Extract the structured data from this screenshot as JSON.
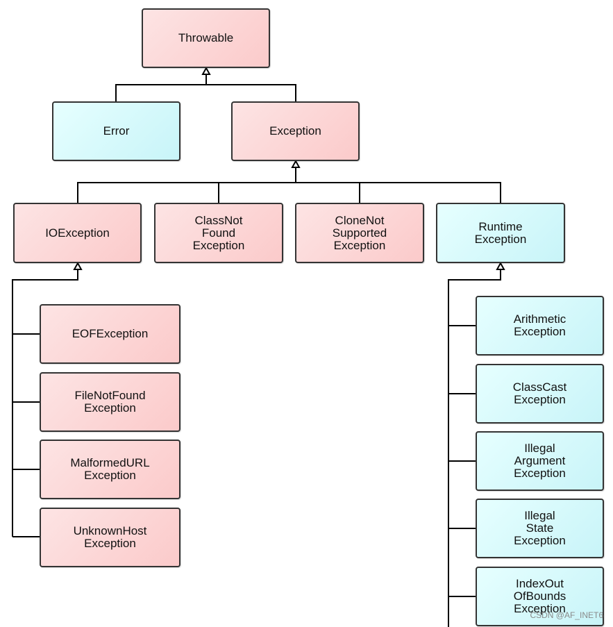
{
  "diagram": {
    "nodes": {
      "throwable": "Throwable",
      "error": "Error",
      "exception": "Exception",
      "ioexception": "IOException",
      "classnotfound": "ClassNot\nFound\nException",
      "clonenotsupported": "CloneNot\nSupported\nException",
      "runtime": "Runtime\nException",
      "eof": "EOFException",
      "filenotfound": "FileNotFound\nException",
      "malformedurl": "MalformedURL\nException",
      "unknownhost": "UnknownHost\nException",
      "arithmetic": "Arithmetic\nException",
      "classcast": "ClassCast\nException",
      "illegalargument": "Illegal\nArgument\nException",
      "illegalstate": "Illegal\nState\nException",
      "indexoutofbounds": "IndexOut\nOfBounds\nException"
    },
    "colors": {
      "checked": "#fbcaca",
      "unchecked": "#c8f4f8",
      "line": "#000000"
    }
  },
  "watermark": "CSDN @AF_INET6"
}
